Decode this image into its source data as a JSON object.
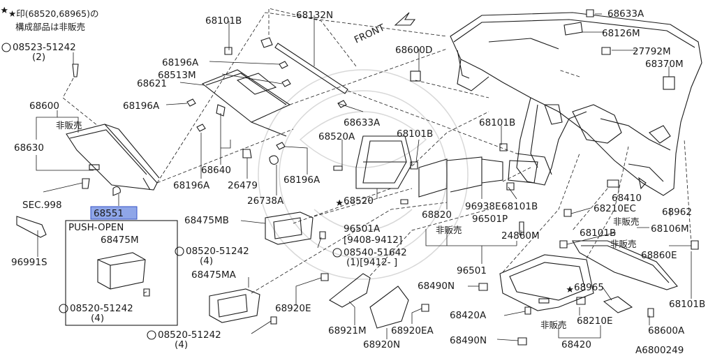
{
  "notes": {
    "star_line1": "★印(68520,68965)の",
    "star_line2": "構成部品は非販売",
    "push_open": "PUSH-OPEN",
    "sec": "SEC.998",
    "front": "FRONT",
    "diagram_id": "A6800249",
    "not_for_sale": "非販売"
  },
  "parts": {
    "p68101B_a": "68101B",
    "p68132N": "68132N",
    "p68633A_top": "68633A",
    "p68126M": "68126M",
    "p08523": "08523-51242",
    "p08523_qty": "(2)",
    "p68196A_a": "68196A",
    "p68513M": "68513M",
    "p68600D": "68600D",
    "p27792M": "27792M",
    "p68370M": "68370M",
    "p68621": "68621",
    "p68196A_b": "68196A",
    "p68600": "68600",
    "p68630": "68630",
    "p68633A_mid": "68633A",
    "p68520A": "68520A",
    "p68101B_b": "68101B",
    "p68101B_c": "68101B",
    "p68640": "68640",
    "p68196A_c": "68196A",
    "p26479": "26479",
    "p68196A_d": "68196A",
    "p26738A": "26738A",
    "p68520": "68520",
    "p68410": "68410",
    "p68551": "68551",
    "p68820": "68820",
    "p96938E": "96938E",
    "p68101B_d": "68101B",
    "p68210EC": "68210EC",
    "p68962": "68962",
    "p68475MB": "68475MB",
    "p96501A": "96501A",
    "p96501P": "96501P",
    "p68101B_e": "68101B",
    "p68106M": "68106M",
    "p68475M": "68475M",
    "p9408": "[9408-9412]",
    "p08520_a": "08520-51242",
    "p08520_a_qty": "(4)",
    "p08540": "08540-51642",
    "p08540_qty": "(1)[9412-     ]",
    "p24860M": "24860M",
    "p68860E": "68860E",
    "p96991S": "96991S",
    "p96501": "96501",
    "p68475MA": "68475MA",
    "p68490N_a": "68490N",
    "p68965": "68965",
    "p68101B_f": "68101B",
    "p08520_b": "08520-51242",
    "p08520_b_qty": "(4)",
    "p68920E": "68920E",
    "p68420A": "68420A",
    "p68210E": "68210E",
    "p68921M": "68921M",
    "p68920EA": "68920EA",
    "p08520_c": "08520-51242",
    "p08520_c_qty": "(4)",
    "p68490N_b": "68490N",
    "p68920N": "68920N",
    "p68420": "68420",
    "p68600A": "68600A"
  }
}
